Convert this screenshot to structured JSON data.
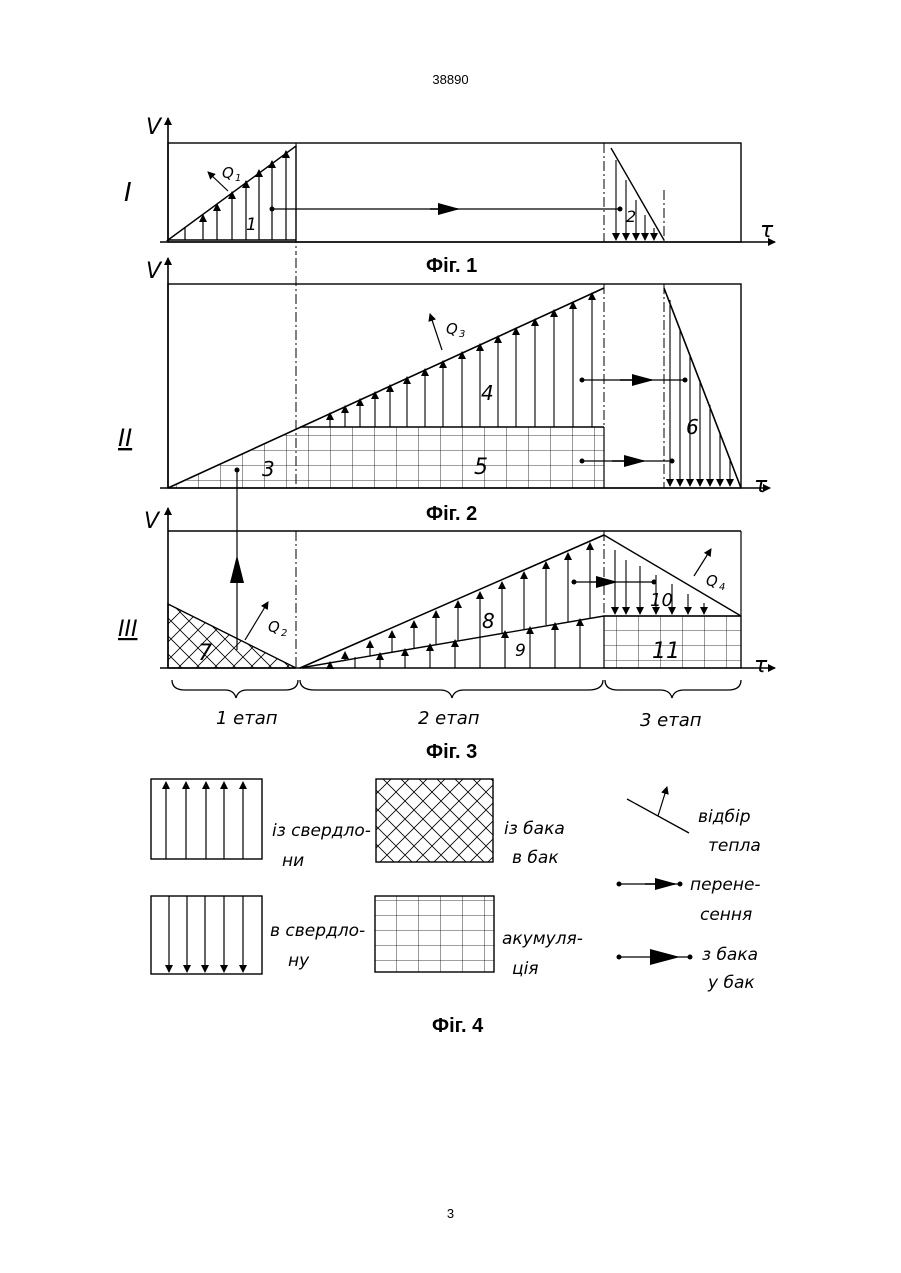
{
  "doc_number": "38890",
  "page_number": "3",
  "figures": {
    "fig1": {
      "caption": "Фіг. 1",
      "roman": "I",
      "y_axis": "V",
      "x_axis": "τ",
      "areas": [
        "1",
        "2"
      ],
      "flow": "Q",
      "flow_sub": "1"
    },
    "fig2": {
      "caption": "Фіг. 2",
      "roman": "II",
      "y_axis": "V",
      "x_axis": "τ",
      "areas": [
        "3",
        "4",
        "5",
        "6"
      ],
      "flow": "Q",
      "flow_sub": "3"
    },
    "fig3": {
      "caption": "Фіг. 3",
      "roman": "III",
      "y_axis": "V",
      "x_axis": "τ",
      "areas": [
        "7",
        "8",
        "9",
        "10",
        "11"
      ],
      "flow2": "Q",
      "flow2_sub": "2",
      "flow4": "Q",
      "flow4_sub": "4",
      "stages": [
        "1 етап",
        "2 етап",
        "3 етап"
      ]
    },
    "fig4": {
      "caption": "Фіг. 4",
      "legend": {
        "from_wells": [
          "із свердло-",
          "ни"
        ],
        "from_tank": [
          "із бака",
          "в бак"
        ],
        "heat_extraction": [
          "відбір",
          "тепла"
        ],
        "to_wells": [
          "в свердло-",
          "ну"
        ],
        "accumulation": [
          "акумуля-",
          "ція"
        ],
        "transfer": [
          "перене-",
          "сення"
        ],
        "tank_to_tank": [
          "з бака",
          "у бак"
        ]
      }
    }
  }
}
